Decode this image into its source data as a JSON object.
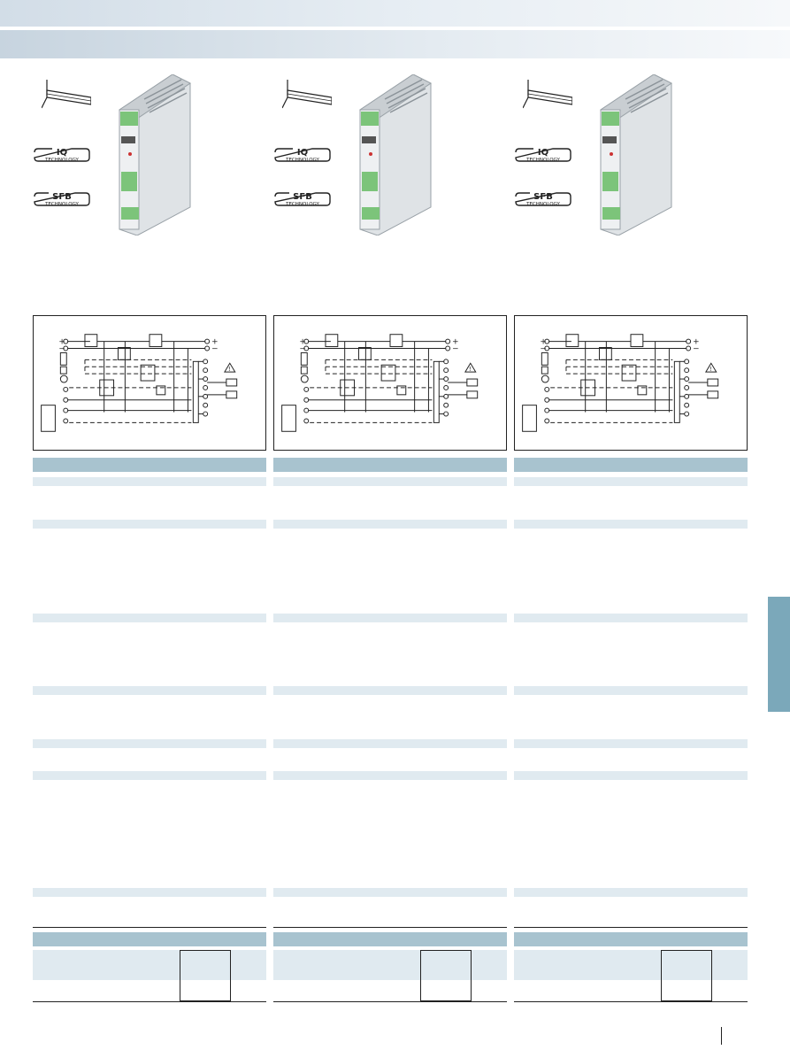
{
  "columns": [
    {
      "id": "col-1",
      "badges": {
        "iq": {
          "top": "IQ",
          "bottom": "TECHNOLOGY"
        },
        "sfb": {
          "top": "SFB",
          "bottom": "TECHNOLOGY"
        }
      }
    },
    {
      "id": "col-2",
      "badges": {
        "iq": {
          "top": "IQ",
          "bottom": "TECHNOLOGY"
        },
        "sfb": {
          "top": "SFB",
          "bottom": "TECHNOLOGY"
        }
      }
    },
    {
      "id": "col-3",
      "badges": {
        "iq": {
          "top": "IQ",
          "bottom": "TECHNOLOGY"
        },
        "sfb": {
          "top": "SFB",
          "bottom": "TECHNOLOGY"
        }
      }
    }
  ],
  "schematic_labels": {
    "plus": "+",
    "minus": "−",
    "warn": "!"
  },
  "colors": {
    "header_bar": "#a8c3cf",
    "light_bar": "#e0eaf0",
    "side_tab": "#7ba8ba",
    "device_green": "#7cc47a"
  }
}
